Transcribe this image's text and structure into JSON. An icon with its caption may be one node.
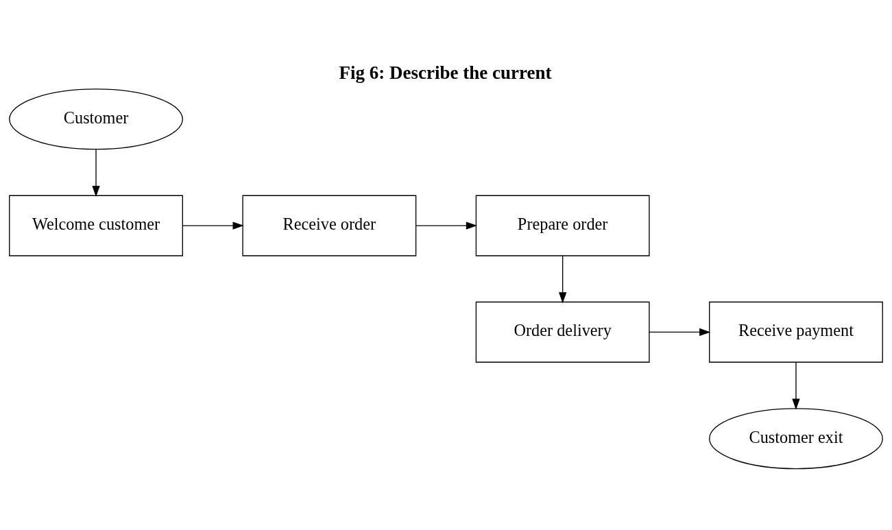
{
  "diagram": {
    "title": "Fig 6: Describe the current",
    "nodes": [
      {
        "text": [
          "Customer"
        ]
      },
      {
        "text": [
          "Welcome customer"
        ]
      },
      {
        "text": [
          "Receive order"
        ]
      },
      {
        "text": [
          "Prepare order"
        ]
      },
      {
        "text": [
          "Order delivery"
        ]
      },
      {
        "text": [
          "Receive payment"
        ]
      },
      {
        "text": [
          "Customer exit"
        ]
      }
    ],
    "edges": [
      {
        "from": 0,
        "to": 1,
        "arrow": "to"
      },
      {
        "from": 1,
        "to": 2,
        "arrow": "to"
      },
      {
        "from": 2,
        "to": 3,
        "arrow": "to"
      },
      {
        "from": 3,
        "to": 4,
        "arrow": "to"
      },
      {
        "from": 4,
        "to": 5,
        "arrow": "to"
      },
      {
        "from": 5,
        "to": 6,
        "arrow": "to"
      }
    ]
  }
}
